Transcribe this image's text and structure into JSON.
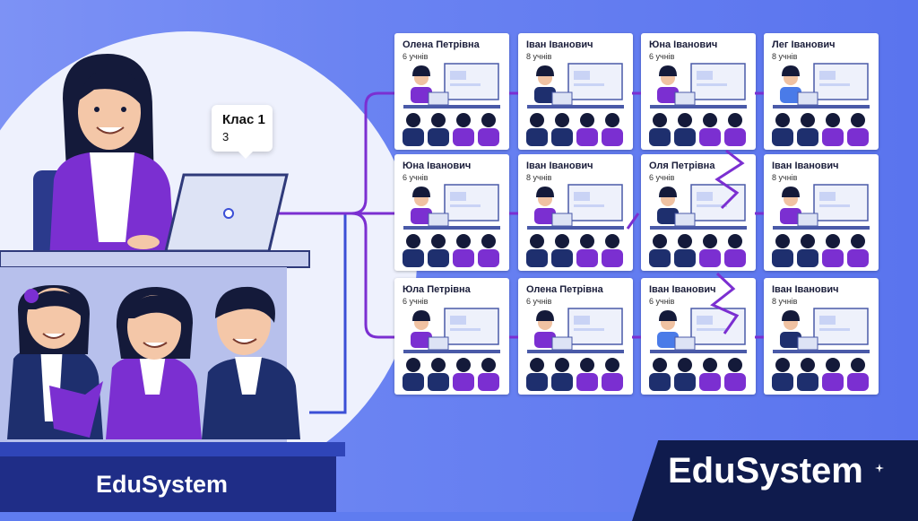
{
  "tooltip": {
    "title": "Клас 1",
    "count": "3"
  },
  "classes": [
    {
      "name": "Олена Петрівна",
      "students": "6 учнів",
      "teacher_color": "#7b2fd1"
    },
    {
      "name": "Іван Іванович",
      "students": "8 учнів",
      "teacher_color": "#1e2f6e"
    },
    {
      "name": "Юна Іванович",
      "students": "6 учнів",
      "teacher_color": "#7b2fd1"
    },
    {
      "name": "Лег Іванович",
      "students": "8 учнів",
      "teacher_color": "#4a7be8"
    },
    {
      "name": "Юна Іванович",
      "students": "6 учнів",
      "teacher_color": "#7b2fd1"
    },
    {
      "name": "Іван Іванович",
      "students": "8 учнів",
      "teacher_color": "#7b2fd1"
    },
    {
      "name": "Оля Петрівна",
      "students": "6 учнів",
      "teacher_color": "#1e2f6e"
    },
    {
      "name": "Іван Іванович",
      "students": "8 учнів",
      "teacher_color": "#7b2fd1"
    },
    {
      "name": "Юла Петрівна",
      "students": "6 учнів",
      "teacher_color": "#7b2fd1"
    },
    {
      "name": "Олена Петрівна",
      "students": "6 учнів",
      "teacher_color": "#7b2fd1"
    },
    {
      "name": "Іван Іванович",
      "students": "6 учнів",
      "teacher_color": "#4a7be8"
    },
    {
      "name": "Іван Іванович",
      "students": "8 учнів",
      "teacher_color": "#1e2f6e"
    }
  ],
  "brand": {
    "left": "EduSystem",
    "right": "EduSystem"
  },
  "colors": {
    "purple": "#7b2fd1",
    "navy": "#1e2f6e",
    "dark_navy": "#0f1b4d",
    "blue": "#4a7be8"
  }
}
